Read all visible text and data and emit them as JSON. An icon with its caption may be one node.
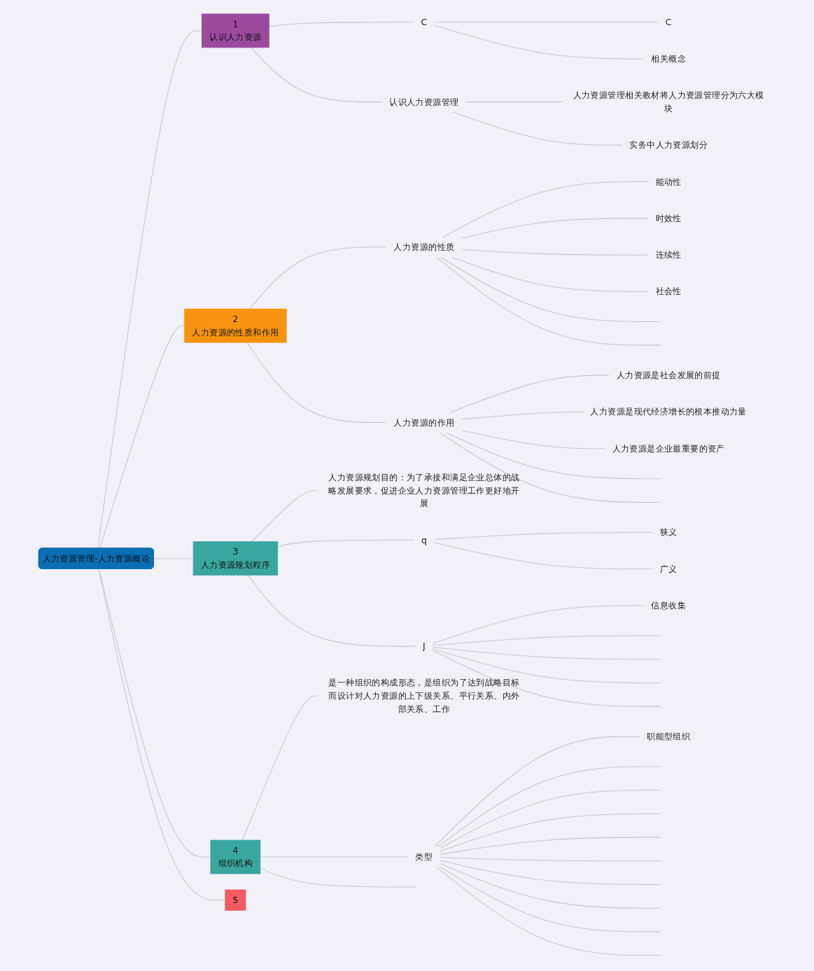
{
  "diagram": {
    "nodes": [
      {
        "text": [
          "人力资源管理-人力资源概论"
        ]
      },
      {
        "text": [
          "1",
          "认识人力资源"
        ]
      },
      {
        "text": [
          "C"
        ]
      },
      {
        "text": [
          "C"
        ]
      },
      {
        "text": [
          "相关概念"
        ]
      },
      {
        "text": [
          "认识人力资源管理"
        ]
      },
      {
        "text": [
          "人力资源管理相关教材将人力资源管理分为六大模块"
        ]
      },
      {
        "text": [
          "实务中人力资源划分"
        ]
      },
      {
        "text": [
          "2",
          "人力资源的性质和作用"
        ]
      },
      {
        "text": [
          "人力资源的性质"
        ]
      },
      {
        "text": [
          "能动性"
        ]
      },
      {
        "text": [
          "时效性"
        ]
      },
      {
        "text": [
          "连续性"
        ]
      },
      {
        "text": [
          "社会性"
        ]
      },
      {
        "text": [
          "人力资源的作用"
        ]
      },
      {
        "text": [
          "人力资源是社会发展的前提"
        ]
      },
      {
        "text": [
          "人力资源是现代经济增长的根本推动力量"
        ]
      },
      {
        "text": [
          "人力资源是企业最重要的资产"
        ]
      },
      {
        "text": [
          "3",
          "人力资源规划程序"
        ]
      },
      {
        "text": [
          "人力资源规划目的：为了承接和满足企业总体的战略发展要求，促进企业人力资源管理工作更好地开展"
        ]
      },
      {
        "text": [
          "q"
        ]
      },
      {
        "text": [
          "狭义"
        ]
      },
      {
        "text": [
          "广义"
        ]
      },
      {
        "text": [
          "J"
        ]
      },
      {
        "text": [
          "信息收集"
        ]
      },
      {
        "text": [
          "4",
          "组织机构"
        ]
      },
      {
        "text": [
          "是一种组织的构成形态，是组织为了达到战略目标而设计对人力资源的上下级关系、平行关系、内外部关系、工作"
        ]
      },
      {
        "text": [
          "类型"
        ]
      },
      {
        "text": [
          "职能型组织"
        ]
      },
      {
        "text": [
          "5"
        ]
      }
    ],
    "edges": [
      {
        "from": 0,
        "to": 1,
        "arrow": "none"
      },
      {
        "from": 1,
        "to": 2,
        "arrow": "none"
      },
      {
        "from": 2,
        "to": 3,
        "arrow": "none"
      },
      {
        "from": 2,
        "to": 4,
        "arrow": "none"
      },
      {
        "from": 1,
        "to": 5,
        "arrow": "none"
      },
      {
        "from": 5,
        "to": 6,
        "arrow": "none"
      },
      {
        "from": 5,
        "to": 7,
        "arrow": "none"
      },
      {
        "from": 0,
        "to": 8,
        "arrow": "none"
      },
      {
        "from": 8,
        "to": 9,
        "arrow": "none"
      },
      {
        "from": 9,
        "to": 10,
        "arrow": "none"
      },
      {
        "from": 9,
        "to": 11,
        "arrow": "none"
      },
      {
        "from": 9,
        "to": 12,
        "arrow": "none"
      },
      {
        "from": 9,
        "to": 13,
        "arrow": "none"
      },
      {
        "from": 9,
        "to": null,
        "arrow": "none"
      },
      {
        "from": 9,
        "to": null,
        "arrow": "none"
      },
      {
        "from": 8,
        "to": 14,
        "arrow": "none"
      },
      {
        "from": 14,
        "to": 15,
        "arrow": "none"
      },
      {
        "from": 14,
        "to": 16,
        "arrow": "none"
      },
      {
        "from": 14,
        "to": 17,
        "arrow": "none"
      },
      {
        "from": 14,
        "to": null,
        "arrow": "none"
      },
      {
        "from": 14,
        "to": null,
        "arrow": "none"
      },
      {
        "from": 0,
        "to": 18,
        "arrow": "none"
      },
      {
        "from": 18,
        "to": 19,
        "arrow": "none"
      },
      {
        "from": 18,
        "to": 20,
        "arrow": "none"
      },
      {
        "from": 20,
        "to": 21,
        "arrow": "none"
      },
      {
        "from": 20,
        "to": 22,
        "arrow": "none"
      },
      {
        "from": 18,
        "to": 23,
        "arrow": "none"
      },
      {
        "from": 23,
        "to": 24,
        "arrow": "none"
      },
      {
        "from": 23,
        "to": null,
        "arrow": "none"
      },
      {
        "from": 23,
        "to": null,
        "arrow": "none"
      },
      {
        "from": 23,
        "to": null,
        "arrow": "none"
      },
      {
        "from": 23,
        "to": null,
        "arrow": "none"
      },
      {
        "from": 0,
        "to": 25,
        "arrow": "none"
      },
      {
        "from": 25,
        "to": 26,
        "arrow": "none"
      },
      {
        "from": 25,
        "to": 27,
        "arrow": "none"
      },
      {
        "from": 27,
        "to": 28,
        "arrow": "none"
      },
      {
        "from": 27,
        "to": null,
        "arrow": "none"
      },
      {
        "from": 27,
        "to": null,
        "arrow": "none"
      },
      {
        "from": 27,
        "to": null,
        "arrow": "none"
      },
      {
        "from": 27,
        "to": null,
        "arrow": "none"
      },
      {
        "from": 27,
        "to": null,
        "arrow": "none"
      },
      {
        "from": 27,
        "to": null,
        "arrow": "none"
      },
      {
        "from": 27,
        "to": null,
        "arrow": "none"
      },
      {
        "from": 27,
        "to": null,
        "arrow": "none"
      },
      {
        "from": 27,
        "to": null,
        "arrow": "none"
      },
      {
        "from": 25,
        "to": null,
        "arrow": "none"
      },
      {
        "from": 0,
        "to": 29,
        "arrow": "none"
      }
    ]
  }
}
